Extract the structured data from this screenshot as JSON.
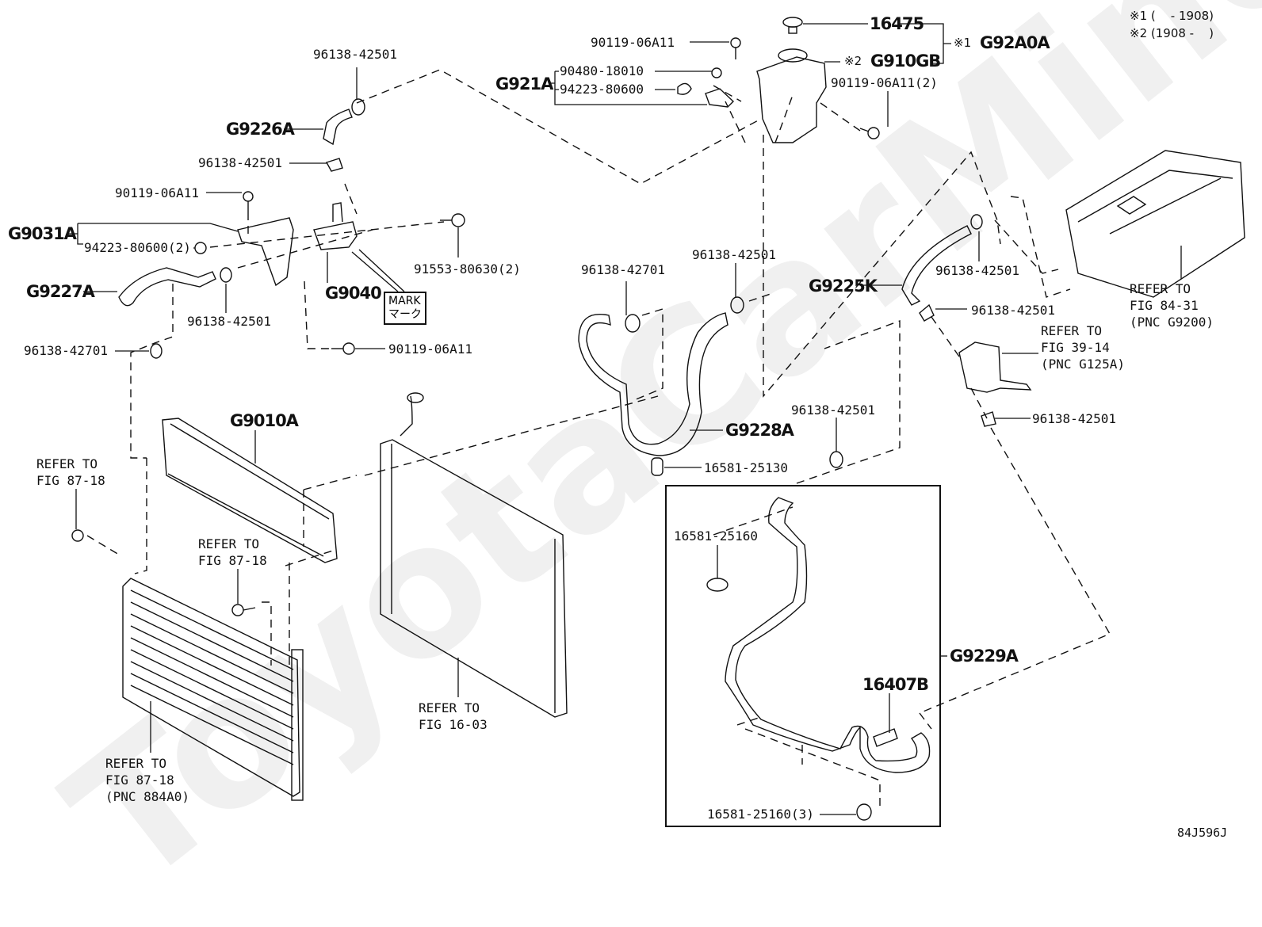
{
  "diagram": {
    "title": "Cooling system parts diagram",
    "watermark": "ToyotaCarMine.ru",
    "figure_code": "84J596J",
    "notes": [
      {
        "marker": "※1",
        "text": "※1 (    - 1908)"
      },
      {
        "marker": "※2",
        "text": "※2 (1908 -    )"
      }
    ],
    "mark_label": {
      "en": "MARK",
      "ja": "マーク"
    },
    "labels": {
      "clamp_top_left": "96138-42501",
      "hose_g9226a": "G9226A",
      "clamp_mid_left": "96138-42501",
      "bolt_left": "90119-06A11",
      "bracket_g9031a": "G9031A",
      "nut_g9031a": "94223-80600(2)",
      "hose_g9227a": "G9227A",
      "clamp_under_bracket": "96138-42501",
      "clamp_42701_left": "96138-42701",
      "pump_g9040": "G9040",
      "bolt_pump": "91553-80630(2)",
      "bolt_lower": "90119-06A11",
      "bolt_top_center": "90119-06A11",
      "bracket_g921a": "G921A",
      "clip_90480": "90480-18010",
      "nut_94223": "94223-80600",
      "cap_16475": "16475",
      "tank_g910gb": "G910GB",
      "tank_g910gb_marker": "※2",
      "assy_g92a0a": "G92A0A",
      "assy_g92a0a_marker": "※1",
      "bolt_tank": "90119-06A11(2)",
      "clamp_42701_center": "96138-42701",
      "clamp_center_upper": "96138-42501",
      "hose_g9225k": "G9225K",
      "clamp_right_upper": "96138-42501",
      "clamp_right_mid": "96138-42501",
      "clamp_right_lower": "96138-42501",
      "hose_g9228a": "G9228A",
      "clamp_16581_25130": "16581-25130",
      "clamp_center_lower": "96138-42501",
      "radiator_g9010a": "G9010A",
      "clamp_16581_25160": "16581-25160",
      "hose_g9229a": "G9229A",
      "union_16407b": "16407B",
      "clamp_16581_25160_3": "16581-25160(3)"
    },
    "references": {
      "inverter": "REFER TO\nFIG 84-31\n(PNC G9200)",
      "reservoir_g125a": "REFER TO\nFIG 39-14\n(PNC G125A)",
      "bolt_left_ref": "REFER TO\nFIG 87-18",
      "bolt_center_ref": "REFER TO\nFIG 87-18",
      "condenser": "REFER TO\nFIG 87-18\n(PNC 884A0)",
      "radiator": "REFER TO\nFIG 16-03"
    }
  }
}
